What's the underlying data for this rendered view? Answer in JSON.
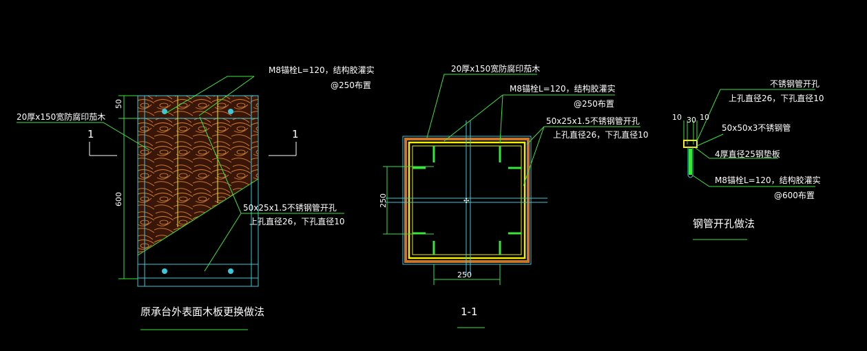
{
  "colors": {
    "background": "#000000",
    "leader": "#39e63a",
    "outline": "#3cc8d8",
    "steel": "#f4f000",
    "wood": "#c8762e",
    "text": "#ffffff"
  },
  "left": {
    "title": "原承台外表面木板更换做法",
    "note_bolt": "M8锚栓L=120，结构胶灌实",
    "note_bolt_spacing": "@250布置",
    "note_wood": "20厚x150宽防腐印茄木",
    "note_tube": "50x25x1.5不锈钢管开孔",
    "note_holes": "上孔直径26，下孔直径10",
    "dim_top": "50",
    "dim_height": "600",
    "section_mark_left": "1",
    "section_mark_right": "1"
  },
  "center": {
    "title": "1-1",
    "note_wood": "20厚x150宽防腐印茄木",
    "note_bolt": "M8锚栓L=120，结构胶灌实",
    "note_bolt_spacing": "@250布置",
    "note_tube": "50x25x1.5不锈钢管开孔",
    "note_holes": "上孔直径26，下孔直径10",
    "dim_side": "250",
    "dim_bottom": "250"
  },
  "right": {
    "title": "钢管开孔做法",
    "note_open": "不锈钢管开孔",
    "note_holes": "上孔直径26，下孔直径10",
    "note_pipe": "50x50x3不锈钢管",
    "note_plate": "4厚直径25钢垫板",
    "note_bolt": "M8锚栓L=120，结构胶灌实",
    "note_bolt_spacing": "@600布置",
    "dim_a": "10",
    "dim_b": "30",
    "dim_c": "10"
  }
}
